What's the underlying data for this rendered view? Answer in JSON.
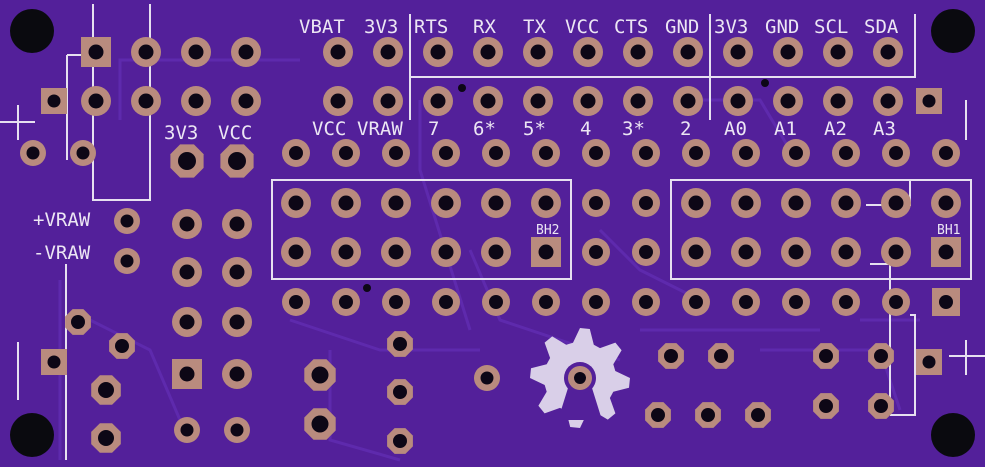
{
  "board": {
    "colors": {
      "substrate": "#53209a",
      "trace": "#5e2aad",
      "pad": "#b98b7e",
      "hole": "#0d0716",
      "silk": "#e6e0f0",
      "mount": "#0a0a0f"
    }
  },
  "labels": {
    "top_row": [
      "VBAT",
      "3V3",
      "RTS",
      "RX",
      "TX",
      "VCC",
      "CTS",
      "GND",
      "3V3",
      "GND",
      "SCL",
      "SDA"
    ],
    "mid_row": [
      "VCC",
      "VRAW",
      "7",
      "6*",
      "5*",
      "4",
      "3*",
      "2",
      "A0",
      "A1",
      "A2",
      "A3"
    ],
    "power_3v3": "3V3",
    "power_vcc": "VCC",
    "vraw_plus": "+VRAW",
    "vraw_minus": "-VRAW",
    "bh2": "BH2",
    "bh1": "BH1"
  }
}
